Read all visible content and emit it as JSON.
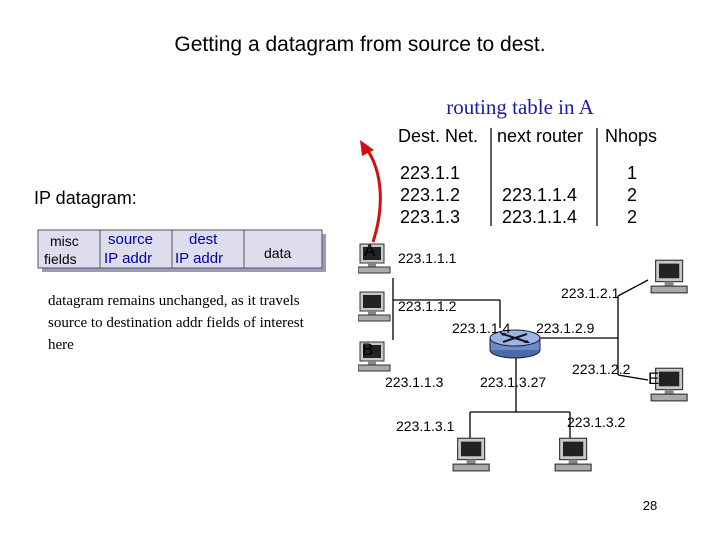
{
  "title": "Getting a datagram from source to dest.",
  "routing_table": {
    "title": "routing table in A",
    "headers": [
      "Dest. Net.",
      "next router",
      "Nhops"
    ],
    "rows": [
      {
        "dest": "223.1.1",
        "next": "",
        "nhops": "1"
      },
      {
        "dest": "223.1.2",
        "next": "223.1.1.4",
        "nhops": "2"
      },
      {
        "dest": "223.1.3",
        "next": "223.1.1.4",
        "nhops": "2"
      }
    ]
  },
  "datagram": {
    "label": "IP datagram:",
    "misc_line1": "misc",
    "misc_line2": "fields",
    "source_line1": "source",
    "source_line2": "IP addr",
    "dest_line1": "dest",
    "dest_line2": "IP addr",
    "data": "data"
  },
  "note": "datagram remains unchanged, as it travels source to destination addr fields of interest here",
  "network": {
    "hosts": {
      "a": "A",
      "b": "B",
      "e": "E"
    },
    "addresses": {
      "a1": "223.1.1.1",
      "a2": "223.1.1.2",
      "a4": "223.1.1.4",
      "a3": "223.1.1.3",
      "r29": "223.1.2.9",
      "r327": "223.1.3.27",
      "n21": "223.1.2.1",
      "n22": "223.1.2.2",
      "n31": "223.1.3.1",
      "n32": "223.1.3.2"
    }
  },
  "page_number": "28",
  "colors": {
    "accent_blue": "#1a1aa6",
    "arrow_red": "#d01010",
    "datagram_fill": "#ddddee"
  }
}
